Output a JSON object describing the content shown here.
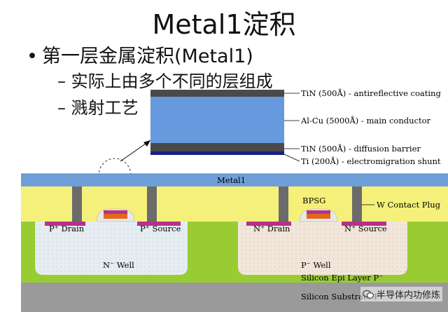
{
  "title": "Metal1淀积",
  "bullet_main": "第一层金属淀积(Metal1)",
  "bullet_sub1": "实际上由多个不同的层组成",
  "bullet_sub2": "溅射工艺",
  "stack_layers": {
    "tin_top": "TiN (500Å) - antireflective coating",
    "alcu": "Al-Cu (5000Å) - main conductor",
    "tin_bottom": "TiN (500Å) - diffusion barrier",
    "ti": "Ti (200Å) - electromigration shunt"
  },
  "cross_section": {
    "metal1": "Metal1",
    "bpsg": "BPSG",
    "contact_plug": "W Contact Plug",
    "p_drain": "P⁺ Drain",
    "p_source": "P⁺ Source",
    "n_drain": "N⁺ Drain",
    "n_source": "N⁺ Source",
    "n_well": "N⁻ Well",
    "p_well": "P⁻ Well",
    "epi_layer": "Silicon Epi Layer  P⁻",
    "substrate": "Silicon Substrate  P⁺"
  },
  "watermark": "半导体内功修炼",
  "colors": {
    "metal": "#6f9fd8",
    "stack_blue": "#6699dd",
    "tin": "#4a4a4a",
    "ti": "#1a1f8a",
    "bpsg": "#f5f07a",
    "oxide_green": "#99cc33",
    "well": "#e8eef2",
    "substrate": "#9a9a9a",
    "plug": "#6b6b6b",
    "implant": "#b8308a"
  }
}
